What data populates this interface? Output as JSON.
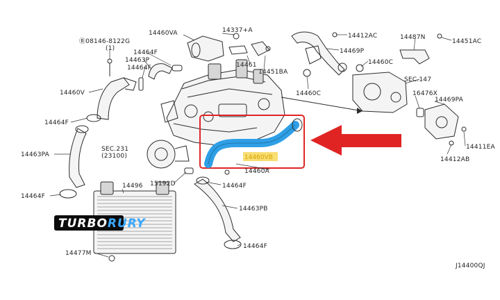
{
  "labels": {
    "bolt_spec": "Ⓑ08146-8122G",
    "bolt_qty": "(1)",
    "p14460VA": "14460VA",
    "p14337A": "14337+A",
    "p14412AC": "14412AC",
    "p14469P_top": "14469P",
    "p14487N": "14487N",
    "p14451AC": "14451AC",
    "p14464F_a": "14464F",
    "p14463P": "14463P",
    "p14464F_b": "14464F",
    "p14461": "14461",
    "p14451BA": "14451BA",
    "p14460C_a": "14460C",
    "p14460C_b": "14460C",
    "sec147": "SEC.147",
    "p16476X": "16476X",
    "p14469PA": "14469PA",
    "p14460V": "14460V",
    "p14464F_c": "14464F",
    "p14463PA": "14463PA",
    "sec231": "SEC.231",
    "sec231_sub": "(23100)",
    "p14460VB": "14460VB",
    "p14460A": "14460A",
    "p15192D": "15192D",
    "p14464F_d": "14464F",
    "p14464F_e": "14464F",
    "p14496": "14496",
    "p14463PB": "14463PB",
    "p14464F_f": "14464F",
    "p14411EA": "14411EA",
    "p14412AB": "14412AB",
    "p14477M": "14477M",
    "diagram_id": "J14400QJ"
  },
  "logo": {
    "text_a": "TURBO",
    "text_b": "RURY",
    "color_a": "#ffffff",
    "color_b": "#3aa8ff"
  },
  "colors": {
    "highlight_hose": "#2e9fe6",
    "highlight_box": "#e02424",
    "arrow": "#e02424",
    "highlight_label": "#f2c300"
  }
}
